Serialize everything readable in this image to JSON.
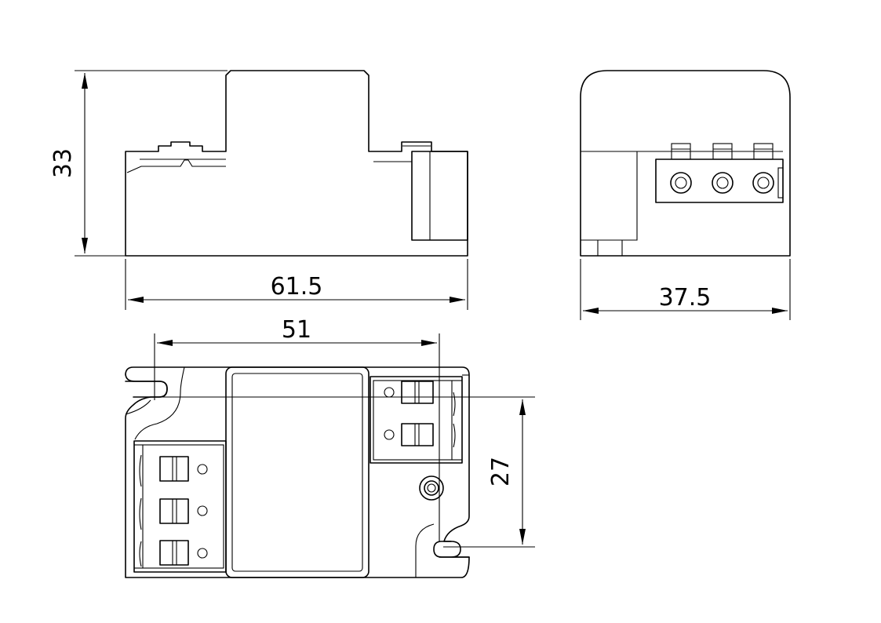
{
  "drawing": {
    "dimensions": {
      "height": "33",
      "length": "61.5",
      "width": "37.5",
      "mount_spacing": "51",
      "mount_offset": "27"
    }
  }
}
